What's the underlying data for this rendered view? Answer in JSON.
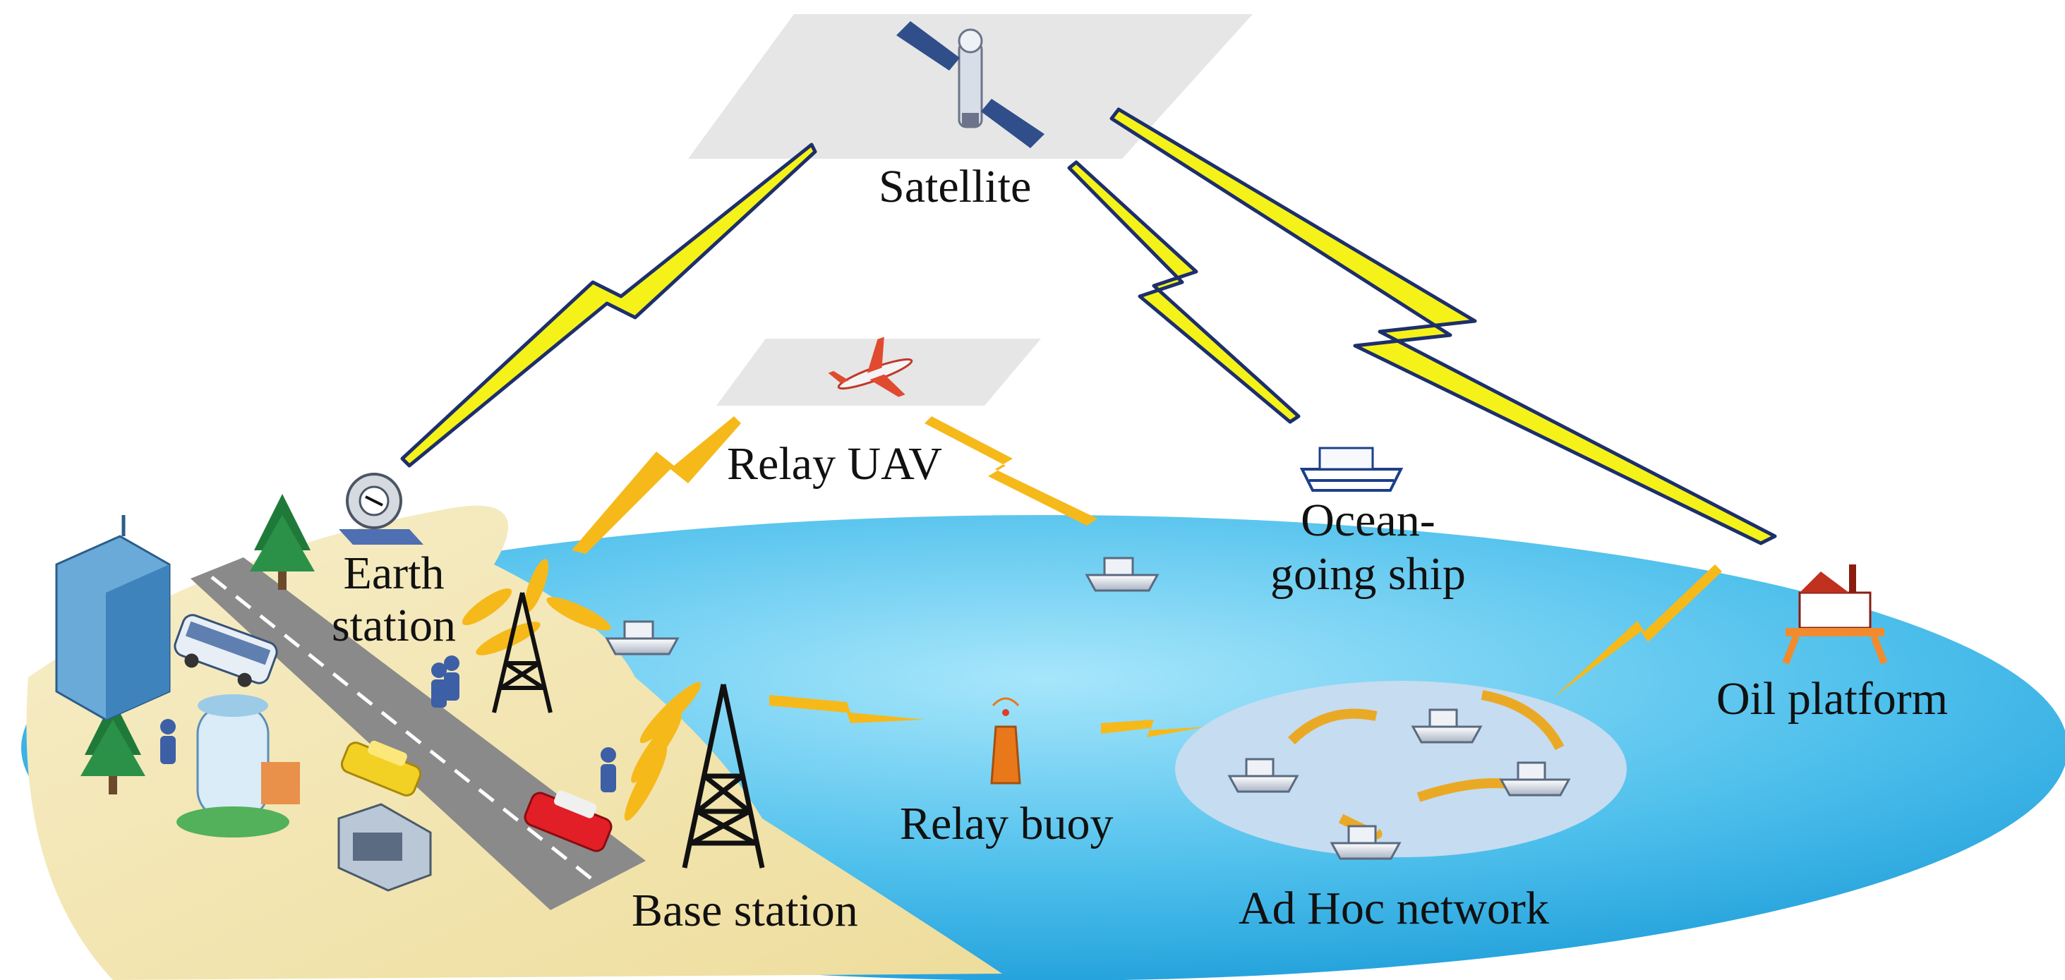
{
  "labels": {
    "satellite": "Satellite",
    "relay_uav": "Relay UAV",
    "earth_station": [
      "Earth",
      "station"
    ],
    "ocean_ship": [
      "Ocean-",
      "going ship"
    ],
    "oil_platform": "Oil platform",
    "base_station": "Base station",
    "relay_buoy": "Relay buoy",
    "ad_hoc": "Ad Hoc network"
  },
  "colors": {
    "ocean_light": "#7fd6f5",
    "ocean_deep": "#1fa5e0",
    "sand": "#f3e7b8",
    "road": "#8c8c8c",
    "platform_plane": "#e6e6e6",
    "lightning_fill": "#f5f21a",
    "lightning_edge": "#1d2f6b",
    "radio_beam": "#f6b91a",
    "adhoc_ellipse": "#c6dcf0",
    "adhoc_arrow": "#eaa925"
  },
  "icons": [
    "satellite-icon",
    "airplane-icon",
    "dish-icon",
    "tower-icon",
    "ship-icon",
    "buoy-icon",
    "oil-platform-icon",
    "tree-icon",
    "building-icon",
    "bus-icon",
    "car-icon",
    "person-icon"
  ]
}
